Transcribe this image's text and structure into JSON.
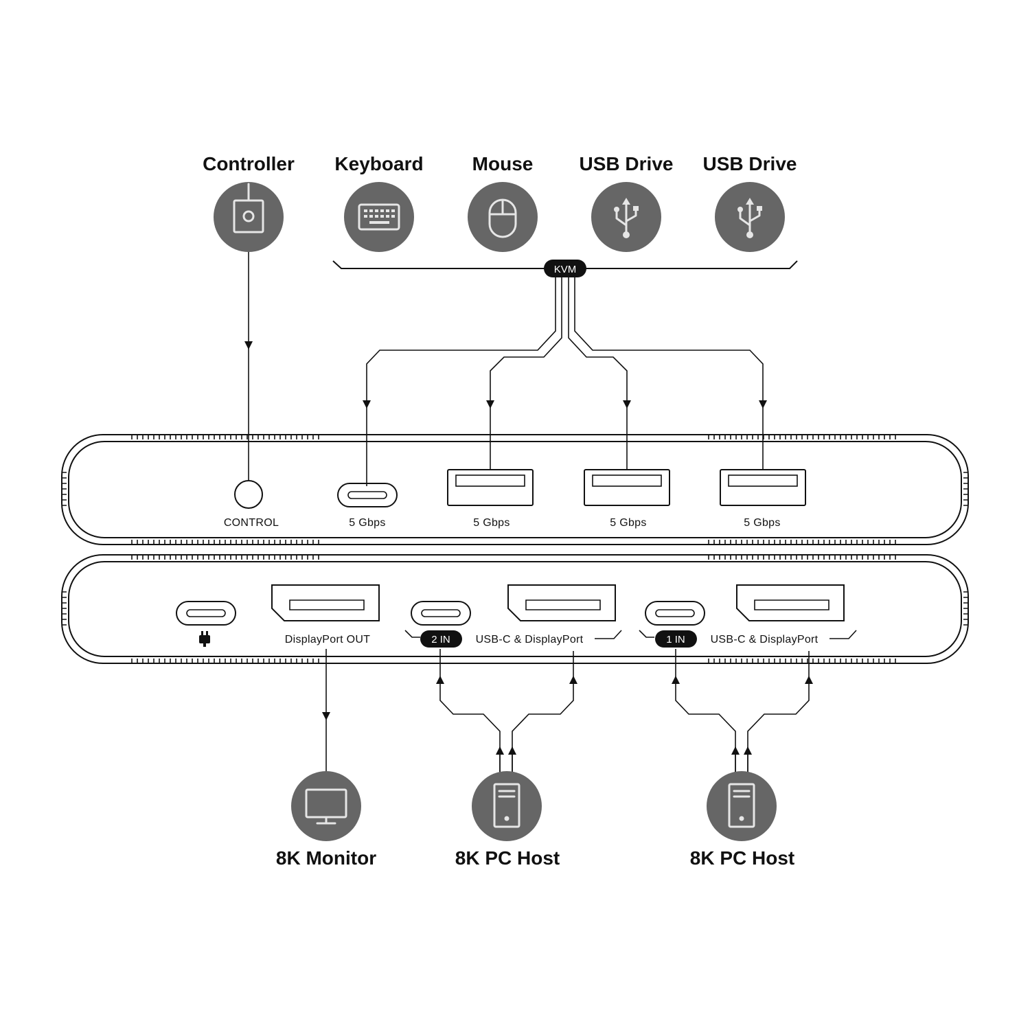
{
  "colors": {
    "circle_fill": "#666666",
    "line": "#111111",
    "pill": "#111111",
    "icon_stroke": "#e6e6e6"
  },
  "top_devices": [
    {
      "label": "Controller",
      "icon": "controller-icon"
    },
    {
      "label": "Keyboard",
      "icon": "keyboard-icon"
    },
    {
      "label": "Mouse",
      "icon": "mouse-icon"
    },
    {
      "label": "USB Drive",
      "icon": "usb-icon"
    },
    {
      "label": "USB Drive",
      "icon": "usb-icon"
    }
  ],
  "kvm_label": "KVM",
  "front_panel": {
    "control_label": "CONTROL",
    "ports": [
      {
        "type": "usb-c",
        "speed": "5 Gbps"
      },
      {
        "type": "usb-a",
        "speed": "5 Gbps"
      },
      {
        "type": "usb-a",
        "speed": "5 Gbps"
      },
      {
        "type": "usb-a",
        "speed": "5 Gbps"
      }
    ]
  },
  "rear_panel": {
    "power_icon": "power-plug-icon",
    "displayport_out_label": "DisplayPort OUT",
    "inputs": [
      {
        "badge": "2 IN",
        "label": "USB-C & DisplayPort"
      },
      {
        "badge": "1 IN",
        "label": "USB-C & DisplayPort"
      }
    ]
  },
  "bottom_devices": [
    {
      "label": "8K Monitor",
      "icon": "monitor-icon"
    },
    {
      "label": "8K PC Host",
      "icon": "pc-tower-icon"
    },
    {
      "label": "8K PC Host",
      "icon": "pc-tower-icon"
    }
  ]
}
